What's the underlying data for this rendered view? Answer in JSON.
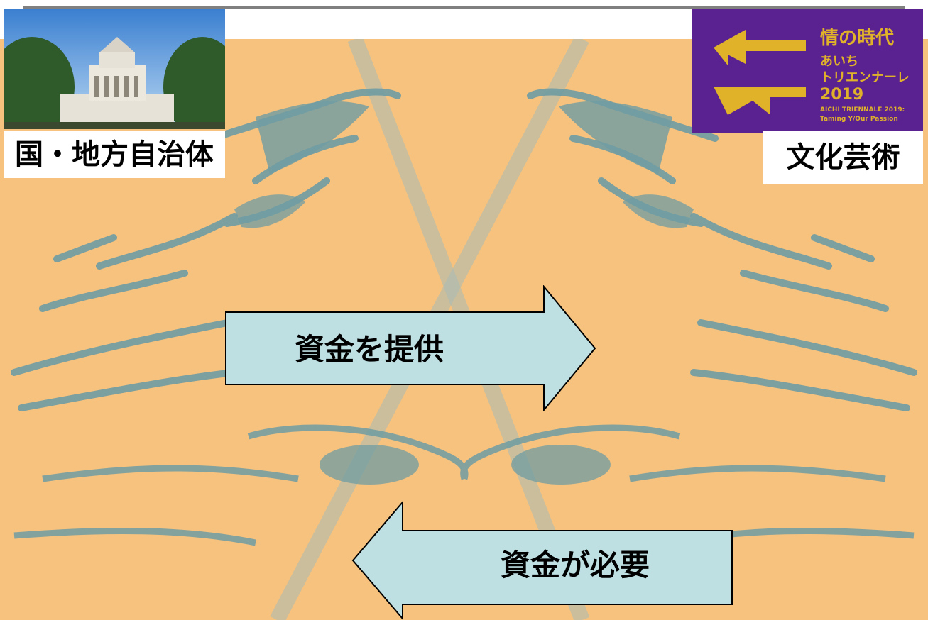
{
  "labels": {
    "government": "国・地方自治体",
    "culture_art": "文化芸術"
  },
  "arrows": {
    "provide_funds": "資金を提供",
    "need_funds": "資金が必要"
  },
  "logo": {
    "title": "情の時代",
    "line1": "あいち",
    "line2": "トリエンナーレ",
    "year": "2019",
    "en1": "AICHI TRIENNALE 2019:",
    "en2": "Taming Y/Our Passion"
  },
  "colors": {
    "background_fill": "#f6c27e",
    "pattern_ink": "#6f9ca3",
    "arrow_fill": "#bfe0e3",
    "logo_bg": "#5a2290",
    "logo_accent": "#e0b22a"
  }
}
